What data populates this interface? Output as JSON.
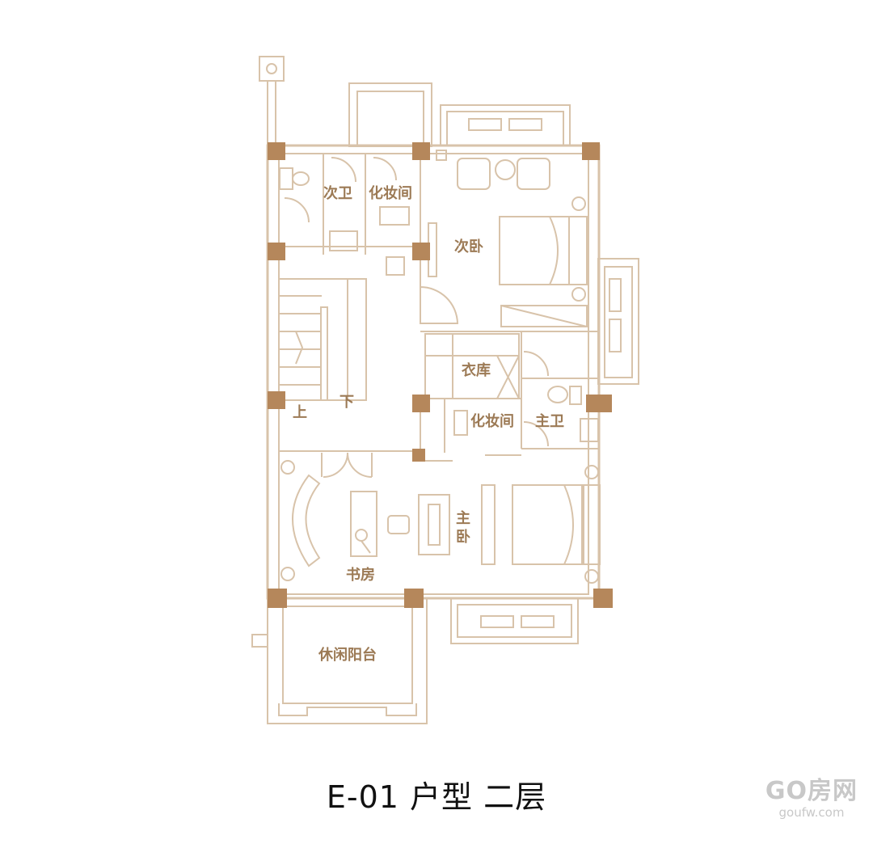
{
  "plan": {
    "colors": {
      "line": "#d8c3aa",
      "column": "#b5875b",
      "label": "#9c7a55"
    },
    "rooms": {
      "second_bath": "次卫",
      "dressing_top": "化妆间",
      "second_bedroom": "次卧",
      "wardrobe": "衣库",
      "dressing_bottom": "化妆间",
      "master_bath": "主卫",
      "master_bedroom_1": "主",
      "master_bedroom_2": "卧",
      "study": "书房",
      "balcony": "休闲阳台"
    },
    "stairs": {
      "up": "上",
      "down": "下"
    }
  },
  "caption": "E-01 户型  二层",
  "watermark": {
    "main": "GO房网",
    "sub": "goufw.com"
  }
}
